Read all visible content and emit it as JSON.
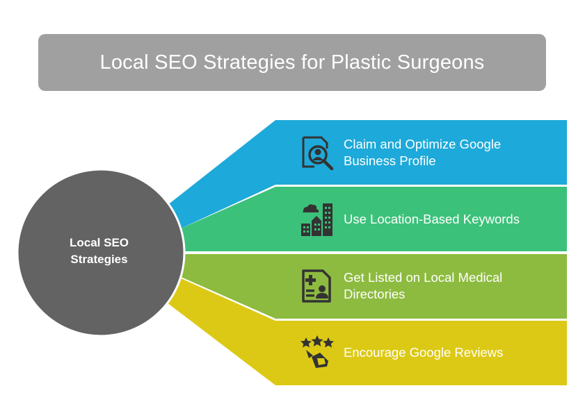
{
  "title": "Local SEO Strategies for Plastic Surgeons",
  "hub": {
    "label_line1": "Local SEO",
    "label_line2": "Strategies",
    "color": "#636363"
  },
  "strategies": [
    {
      "line1": "Claim and Optimize Google",
      "line2": "Business Profile",
      "color": "#1da9d9",
      "icon": "profile-search-icon"
    },
    {
      "line1": "Use Location-Based Keywords",
      "line2": "",
      "color": "#3cc17a",
      "icon": "city-buildings-icon"
    },
    {
      "line1": "Get Listed on Local Medical",
      "line2": "Directories",
      "color": "#8dbb3f",
      "icon": "medical-directory-icon"
    },
    {
      "line1": "Encourage Google Reviews",
      "line2": "",
      "color": "#dcc915",
      "icon": "star-rating-icon"
    }
  ]
}
